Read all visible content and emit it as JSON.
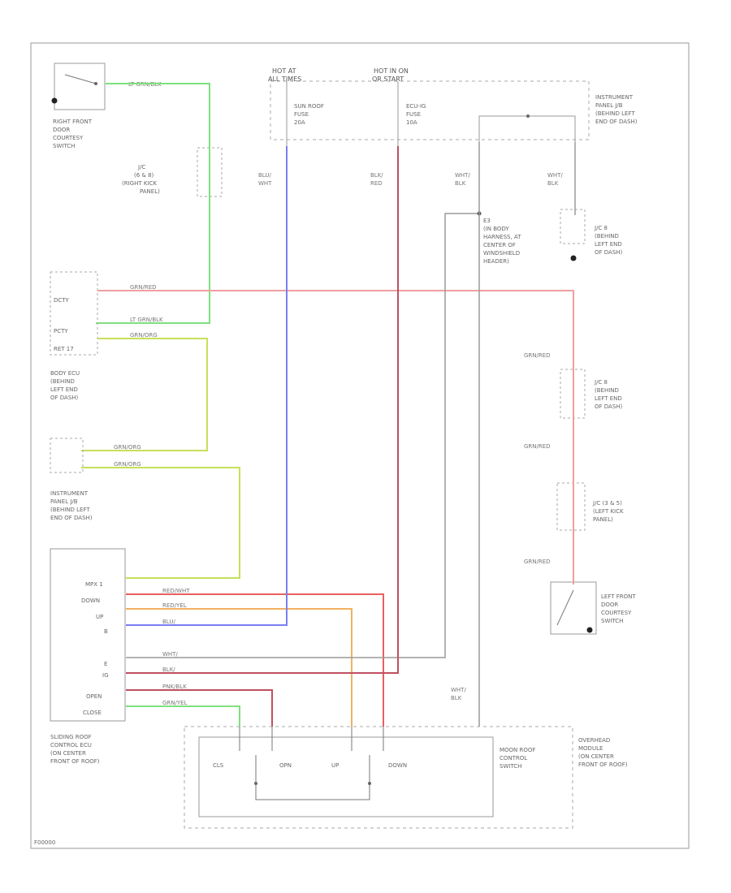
{
  "fuses": {
    "hot_left": [
      "HOT AT",
      "ALL TIMES"
    ],
    "hot_right": [
      "HOT IN ON",
      "OR START"
    ],
    "sunroof_fuse": [
      "SUN ROOF",
      "FUSE",
      "20A"
    ],
    "ecu_ig_fuse": [
      "ECU-IG",
      "FUSE",
      "10A"
    ],
    "ip_jb_top": [
      "INSTRUMENT",
      "PANEL J/B",
      "(BEHIND LEFT",
      "END OF DASH)"
    ]
  },
  "wires": {
    "lt_grn_blk": "LT GRN/BLK",
    "blu_wht": [
      "BLU/",
      "WHT"
    ],
    "blk_red": [
      "BLK/",
      "RED"
    ],
    "wht_blk": [
      "WHT/",
      "BLK"
    ],
    "grn_red": "GRN/RED",
    "grn_org": "GRN/ORG",
    "red_wht": "RED/WHT",
    "red_yel": "RED/YEL",
    "pnk_blk": "PNK/BLK",
    "grn_yel": "GRN/YEL"
  },
  "labels": {
    "right_front_door": [
      "RIGHT FRONT",
      "DOOR",
      "COURTESY",
      "SWITCH"
    ],
    "jc_right": [
      "J/C",
      "(6 & 8)",
      "(RIGHT KICK",
      "PANEL)"
    ],
    "splice": [
      "E3",
      "(IN BODY",
      "HARNESS, AT",
      "CENTER OF",
      "WINDSHIELD",
      "HEADER)"
    ],
    "jc_upper": [
      "J/C 8",
      "(BEHIND",
      "LEFT END",
      "OF DASH)"
    ],
    "jc_middle": [
      "J/C 8",
      "(BEHIND",
      "LEFT END",
      "OF DASH)"
    ],
    "jc_lower": [
      "J/C (3 & 5)",
      "(LEFT KICK",
      "PANEL)"
    ],
    "body_ecu": [
      "BODY ECU",
      "(BEHIND",
      "LEFT END",
      "OF DASH)"
    ],
    "body_ecu_pins": [
      "DCTY",
      "PCTY",
      "RET 17"
    ],
    "ip_jb_left": [
      "INSTRUMENT",
      "PANEL J/B",
      "(BEHIND LEFT",
      "END OF DASH)"
    ],
    "left_front_door": [
      "LEFT FRONT",
      "DOOR",
      "COURTESY",
      "SWITCH"
    ],
    "sliding_ecu": [
      "SLIDING ROOF",
      "CONTROL ECU",
      "(ON CENTER",
      "FRONT OF ROOF)"
    ],
    "sliding_ecu_pins": [
      "MPX 1",
      "DOWN",
      "UP",
      "B",
      "E",
      "IG",
      "OPEN",
      "CLOSE"
    ],
    "overhead": [
      "OVERHEAD",
      "MODULE",
      "(ON CENTER",
      "FRONT OF ROOF)"
    ],
    "moonroof_switch": [
      "MOON ROOF",
      "CONTROL",
      "SWITCH"
    ],
    "switch_pins": [
      "CLS",
      "OPN",
      "UP",
      "DOWN"
    ],
    "footer_code": "F00000"
  },
  "colors": {
    "green": "#7ee07e",
    "yellow_green": "#c6e05a",
    "blue": "#7a7ff0",
    "red": "#e86060",
    "orange": "#f4b060",
    "pink": "#f0a0a0",
    "gray": "#9a9a9a",
    "maroon": "#c05060"
  }
}
